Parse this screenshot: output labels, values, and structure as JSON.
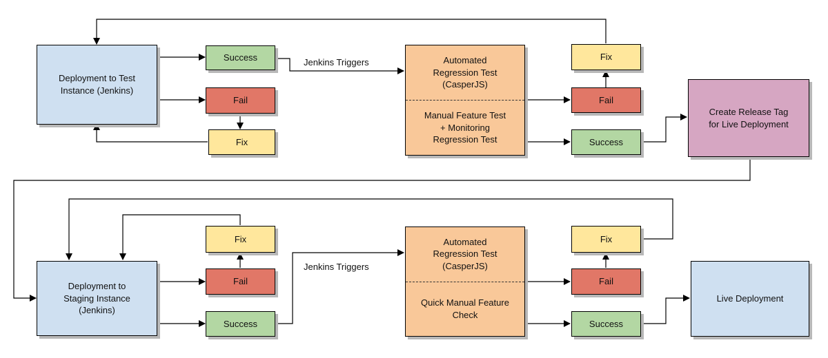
{
  "colors": {
    "blue": "#cfe0f1",
    "green": "#b3d7a3",
    "red": "#e17767",
    "yellow": "#ffe79c",
    "orange": "#f9c899",
    "purple": "#d6a6c2"
  },
  "top_row": {
    "deploy_test": "Deployment to Test\nInstance (Jenkins)",
    "success_1": "Success",
    "fail_1": "Fail",
    "fix_1": "Fix",
    "jenkins_triggers": "Jenkins Triggers",
    "regression_test": "Automated\nRegression Test\n(CasperJS)",
    "manual_test": "Manual Feature Test\n+ Monitoring\nRegression Test",
    "fix_2": "Fix",
    "fail_2": "Fail",
    "success_2": "Success",
    "release_tag": "Create Release Tag\nfor Live Deployment"
  },
  "bottom_row": {
    "deploy_staging": "Deployment to\nStaging Instance\n(Jenkins)",
    "fix_3": "Fix",
    "fail_3": "Fail",
    "success_3": "Success",
    "jenkins_triggers": "Jenkins Triggers",
    "regression_test": "Automated\nRegression Test\n(CasperJS)",
    "quick_check": "Quick Manual Feature\nCheck",
    "fix_4": "Fix",
    "fail_4": "Fail",
    "success_4": "Success",
    "live_deployment": "Live Deployment"
  }
}
